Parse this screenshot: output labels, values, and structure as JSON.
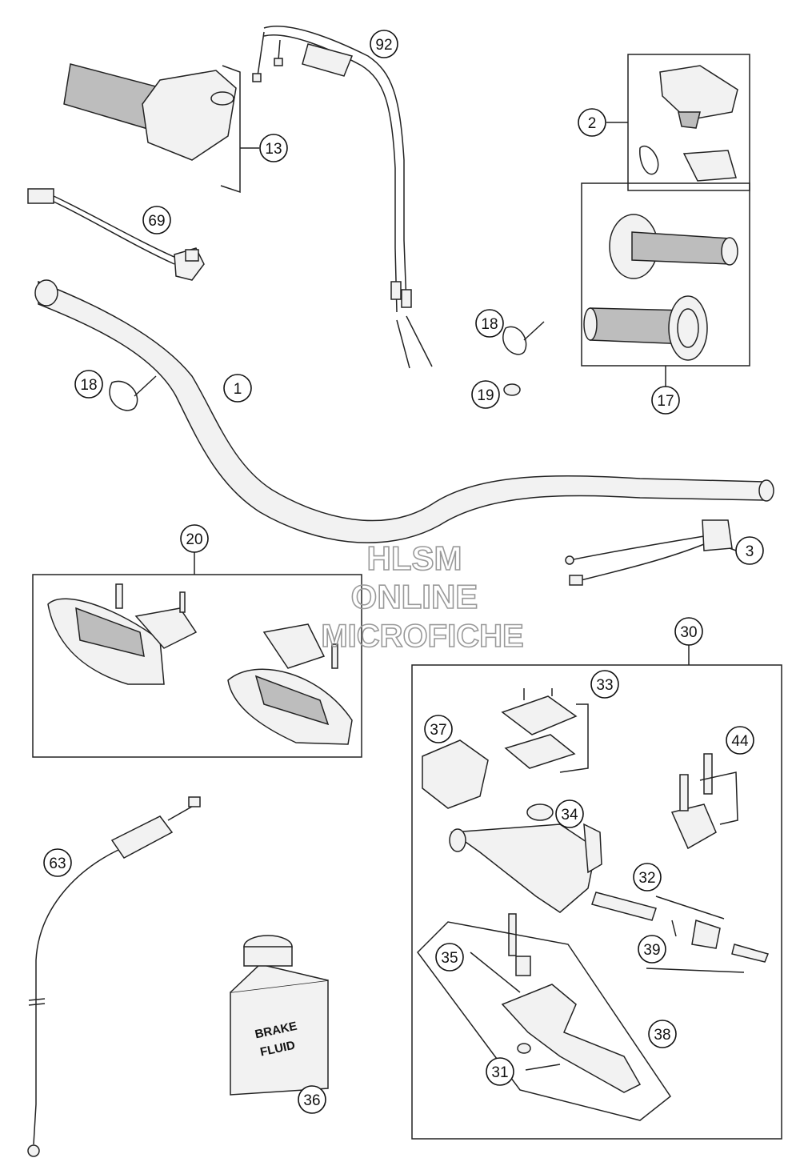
{
  "callouts": [
    {
      "id": "c92",
      "label": "92"
    },
    {
      "id": "c2",
      "label": "2"
    },
    {
      "id": "c13",
      "label": "13"
    },
    {
      "id": "c69",
      "label": "69"
    },
    {
      "id": "c17",
      "label": "17"
    },
    {
      "id": "c18a",
      "label": "18"
    },
    {
      "id": "c18b",
      "label": "18"
    },
    {
      "id": "c19",
      "label": "19"
    },
    {
      "id": "c1",
      "label": "1"
    },
    {
      "id": "c3",
      "label": "3"
    },
    {
      "id": "c20",
      "label": "20"
    },
    {
      "id": "c30",
      "label": "30"
    },
    {
      "id": "c33",
      "label": "33"
    },
    {
      "id": "c37",
      "label": "37"
    },
    {
      "id": "c44",
      "label": "44"
    },
    {
      "id": "c34",
      "label": "34"
    },
    {
      "id": "c32",
      "label": "32"
    },
    {
      "id": "c39",
      "label": "39"
    },
    {
      "id": "c35",
      "label": "35"
    },
    {
      "id": "c38",
      "label": "38"
    },
    {
      "id": "c31",
      "label": "31"
    },
    {
      "id": "c63",
      "label": "63"
    },
    {
      "id": "c36",
      "label": "36"
    }
  ],
  "watermark": {
    "line1": "HLSM",
    "line2": "ONLINE",
    "line3": "MICROFICHE"
  },
  "brake_fluid": {
    "line1": "BRAKE",
    "line2": "FLUID"
  }
}
